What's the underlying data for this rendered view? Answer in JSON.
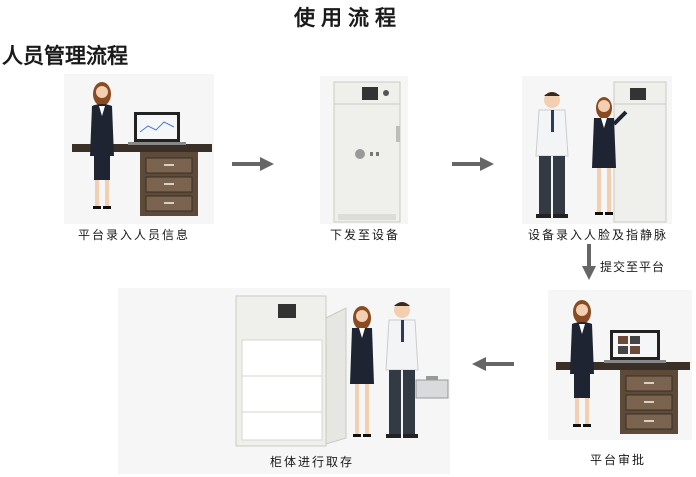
{
  "page": {
    "title": "使用流程",
    "subtitle": "人员管理流程"
  },
  "steps": [
    {
      "label": "平台录入人员信息"
    },
    {
      "label": "下发至设备"
    },
    {
      "label": "设备录入人脸及指静脉"
    },
    {
      "label": "平台审批"
    },
    {
      "label": "柜体进行取存"
    }
  ],
  "arrow_labels": {
    "submit": "提交至平台"
  },
  "colors": {
    "arrow": "#666666",
    "cabinet": "#efefec",
    "suit": "#1f2433",
    "desk_top": "#3a3028",
    "drawer": "#5e4a38"
  }
}
